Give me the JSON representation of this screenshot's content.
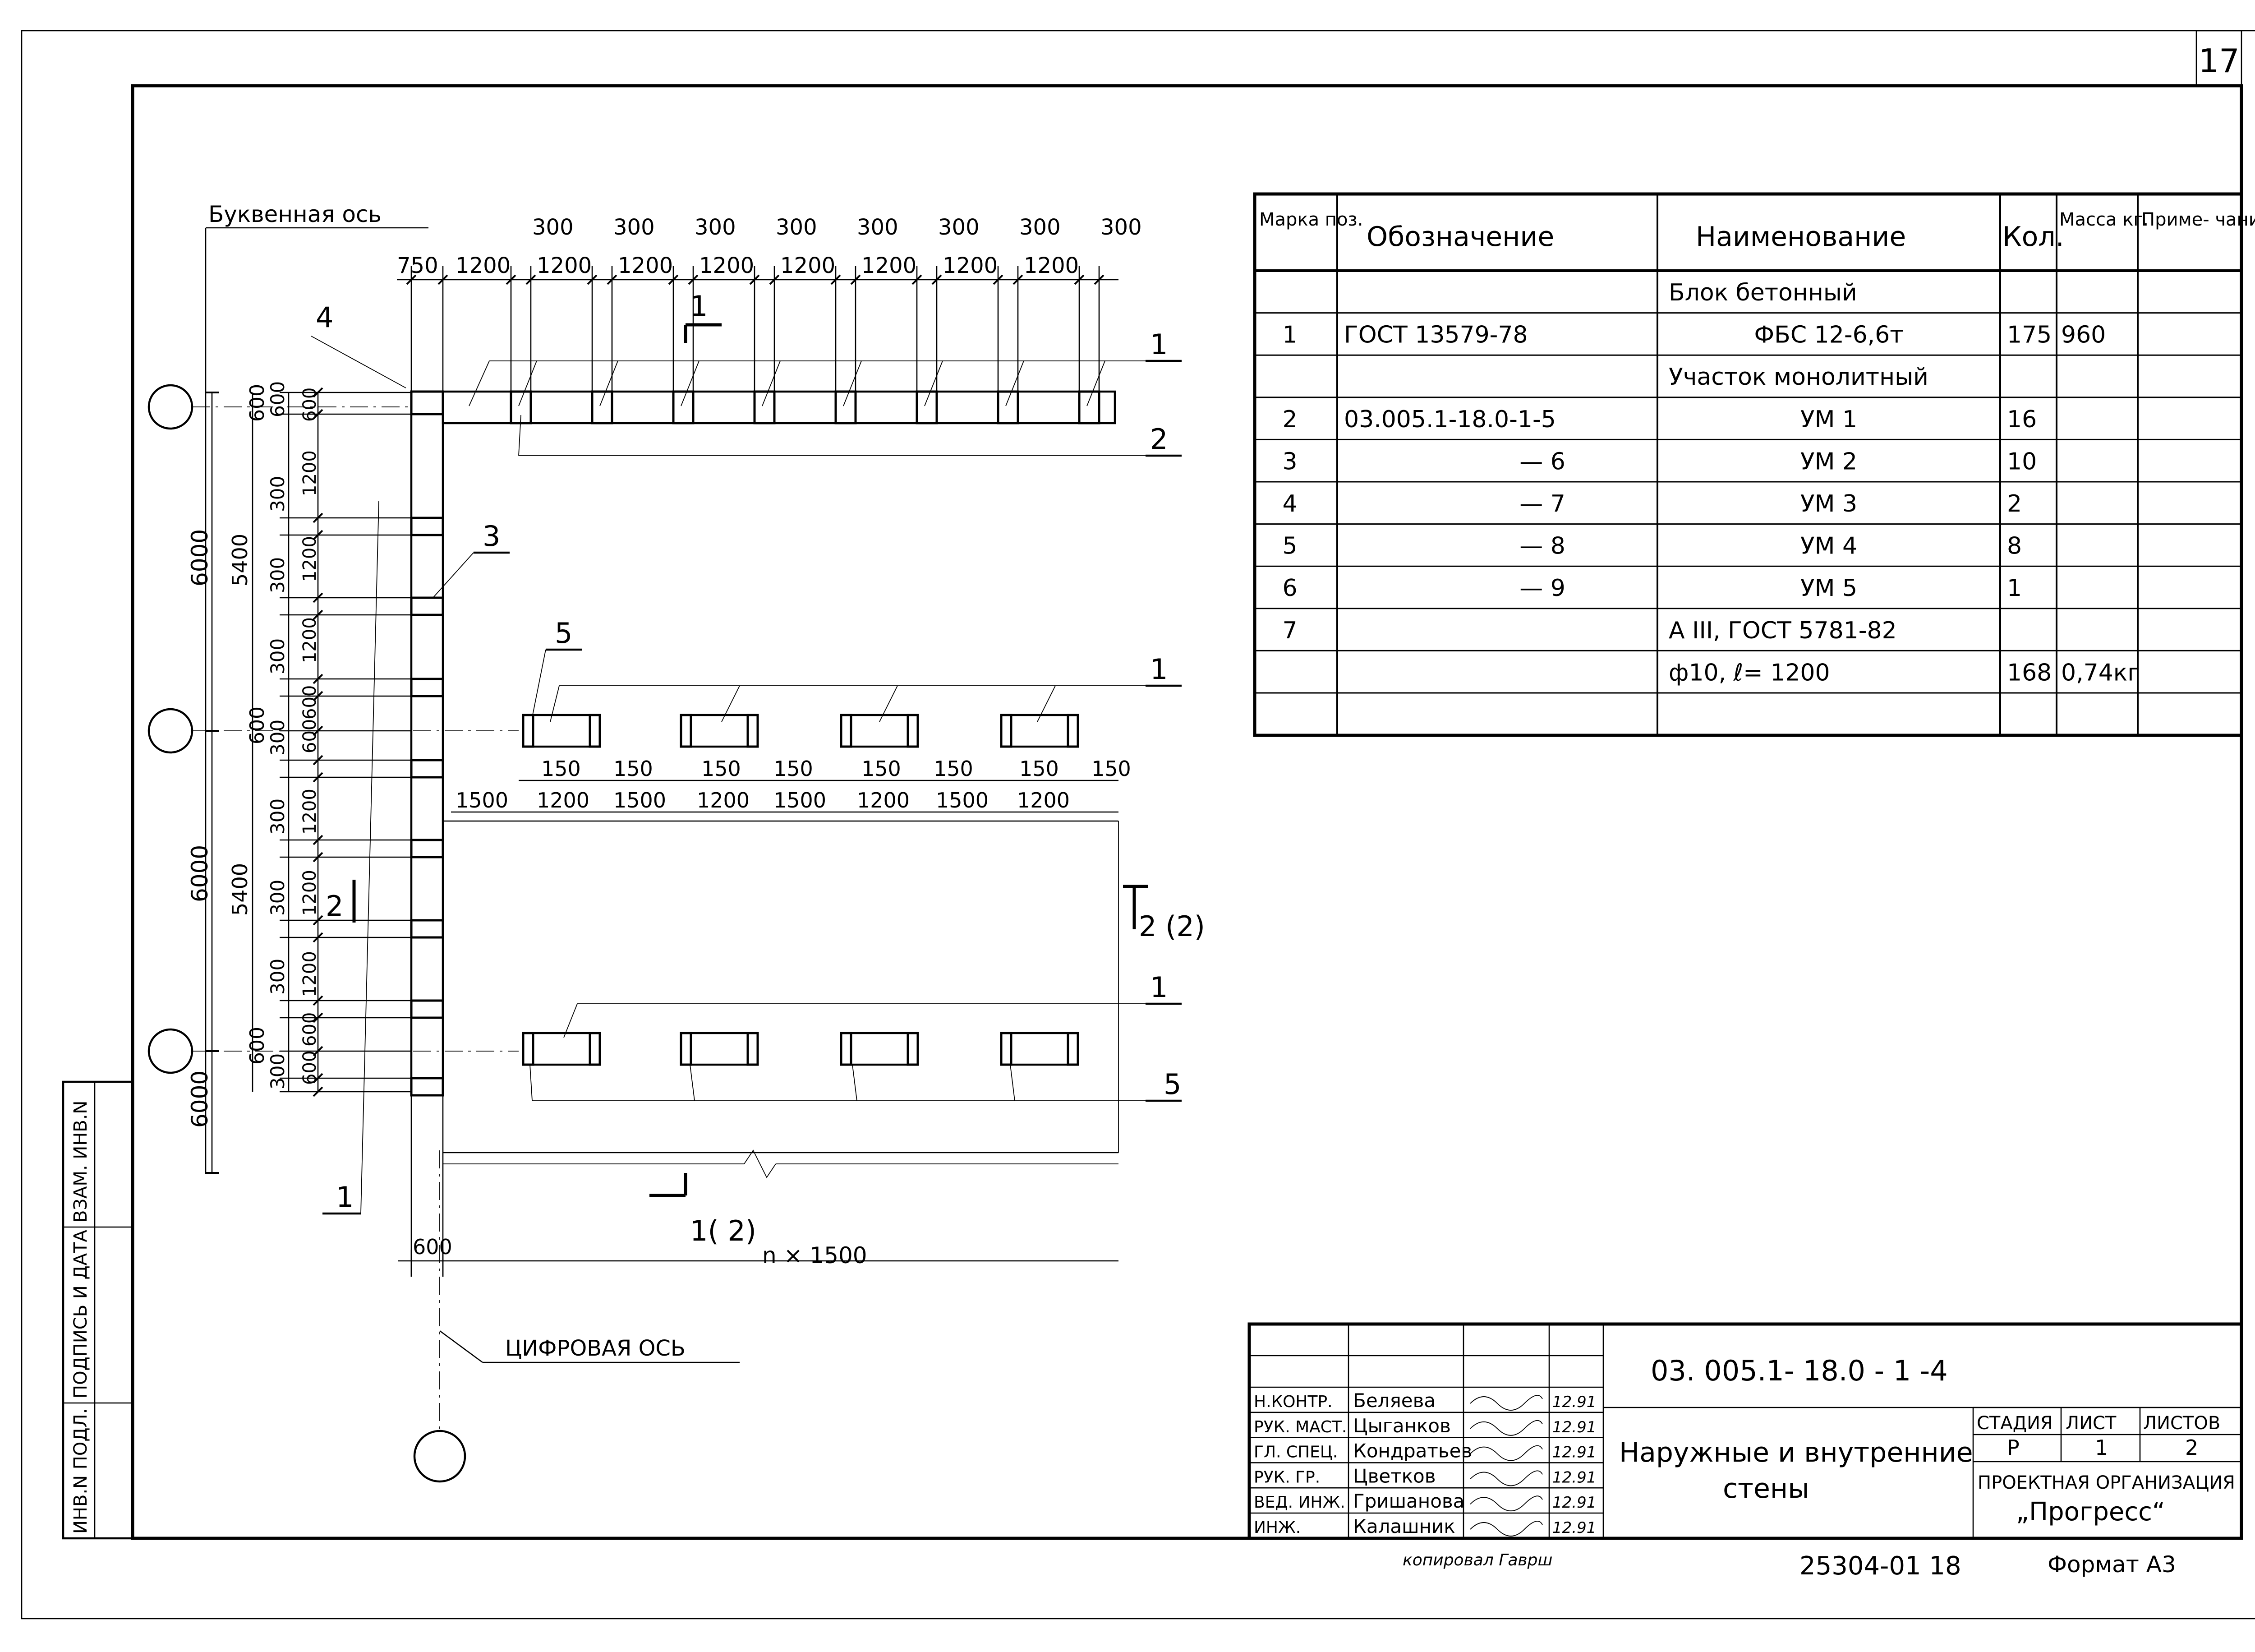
{
  "sheet_number": "17",
  "axes": {
    "letter_axis_label": "Буквенная ось",
    "digit_axis_label": "ЦИФРОВАЯ ОСЬ"
  },
  "plan": {
    "top_dims_upper": [
      "300",
      "300",
      "300",
      "300",
      "300",
      "300",
      "300",
      "300"
    ],
    "top_dims_lower": [
      "750",
      "1200",
      "1200",
      "1200",
      "1200",
      "1200",
      "1200",
      "1200",
      "1200"
    ],
    "left_big_dims": [
      "6000",
      "6000",
      "6000"
    ],
    "left_mid_dims": [
      "5400",
      "5400"
    ],
    "left_small_600": [
      "600",
      "600",
      "600"
    ],
    "left_col_A": [
      "600",
      "300",
      "300",
      "300",
      "300",
      "300",
      "300",
      "300",
      "300"
    ],
    "left_col_B": [
      "600",
      "1200",
      "1200",
      "1200",
      "600",
      "600",
      "1200",
      "1200",
      "1200",
      "600",
      "600"
    ],
    "inner_dims_upper": [
      "150",
      "150",
      "150",
      "150",
      "150",
      "150",
      "150",
      "150"
    ],
    "inner_dims_lower": [
      "1500",
      "1200",
      "1500",
      "1200",
      "1500",
      "1200",
      "1500",
      "1200"
    ],
    "bottom_dim_600": "600",
    "bottom_dim_n": "n × 1500",
    "callouts": {
      "c1_top": "1",
      "c2_top": "2",
      "c1_mid": "1",
      "c1_low": "1",
      "c5_low": "5",
      "c3": "3",
      "c4": "4",
      "c5": "5",
      "c1_left": "1"
    },
    "sections": {
      "sec1_top": "1",
      "sec2_left": "2",
      "sec2_right": "2 (2)",
      "sec1_bottom": "1( 2)"
    }
  },
  "spec_table": {
    "headers": [
      "Марка поз.",
      "Обозначение",
      "Наименование",
      "Кол.",
      "Масса кг.",
      "Приме- чание"
    ],
    "rows": [
      [
        "",
        "",
        "Блок бетонный",
        "",
        "",
        ""
      ],
      [
        "1",
        "ГОСТ 13579-78",
        "ФБС 12-6,6т",
        "175",
        "960",
        ""
      ],
      [
        "",
        "",
        "Участок монолитный",
        "",
        "",
        ""
      ],
      [
        "2",
        "03.005.1-18.0-1-5",
        "УМ 1",
        "16",
        "",
        ""
      ],
      [
        "3",
        "— 6",
        "УМ 2",
        "10",
        "",
        ""
      ],
      [
        "4",
        "— 7",
        "УМ 3",
        "2",
        "",
        ""
      ],
      [
        "5",
        "— 8",
        "УМ 4",
        "8",
        "",
        ""
      ],
      [
        "6",
        "— 9",
        "УМ 5",
        "1",
        "",
        ""
      ],
      [
        "7",
        "",
        "А III, ГОСТ 5781-82",
        "",
        "",
        ""
      ],
      [
        "",
        "",
        "ф10, ℓ= 1200",
        "168",
        "0,74кг",
        ""
      ],
      [
        "",
        "",
        "",
        "",
        "",
        ""
      ]
    ]
  },
  "side_stamp": [
    "ИНВ.N ПОДЛ.",
    "ПОДПИСЬ И ДАТА",
    "ВЗАМ. ИНВ.N"
  ],
  "title_block": {
    "doc_code": "03. 005.1- 18.0 - 1 -4",
    "title_line1": "Наружные и внутренние",
    "title_line2": "стены",
    "stage_label": "СТАДИЯ",
    "sheet_label": "ЛИСТ",
    "sheets_label": "ЛИСТОВ",
    "stage_value": "Р",
    "sheet_value": "1",
    "sheets_value": "2",
    "org_line1": "ПРОЕКТНАЯ ОРГАНИЗАЦИЯ",
    "org_line2": "„Прогресс“",
    "people": [
      {
        "role": "Н.КОНТР.",
        "name": "Беляева",
        "date": "12.91"
      },
      {
        "role": "РУК. МАСТ.",
        "name": "Цыганков",
        "date": "12.91"
      },
      {
        "role": "ГЛ. СПЕЦ.",
        "name": "Кондратьев",
        "date": "12.91"
      },
      {
        "role": "РУК. ГР.",
        "name": "Цветков",
        "date": "12.91"
      },
      {
        "role": "ВЕД. ИНЖ.",
        "name": "Гришанова",
        "date": "12.91"
      },
      {
        "role": "ИНЖ.",
        "name": "Калашник",
        "date": "12.91"
      }
    ],
    "copied": "копировал Гаврш",
    "archive_no": "25304-01 18",
    "format": "Формат А3"
  }
}
